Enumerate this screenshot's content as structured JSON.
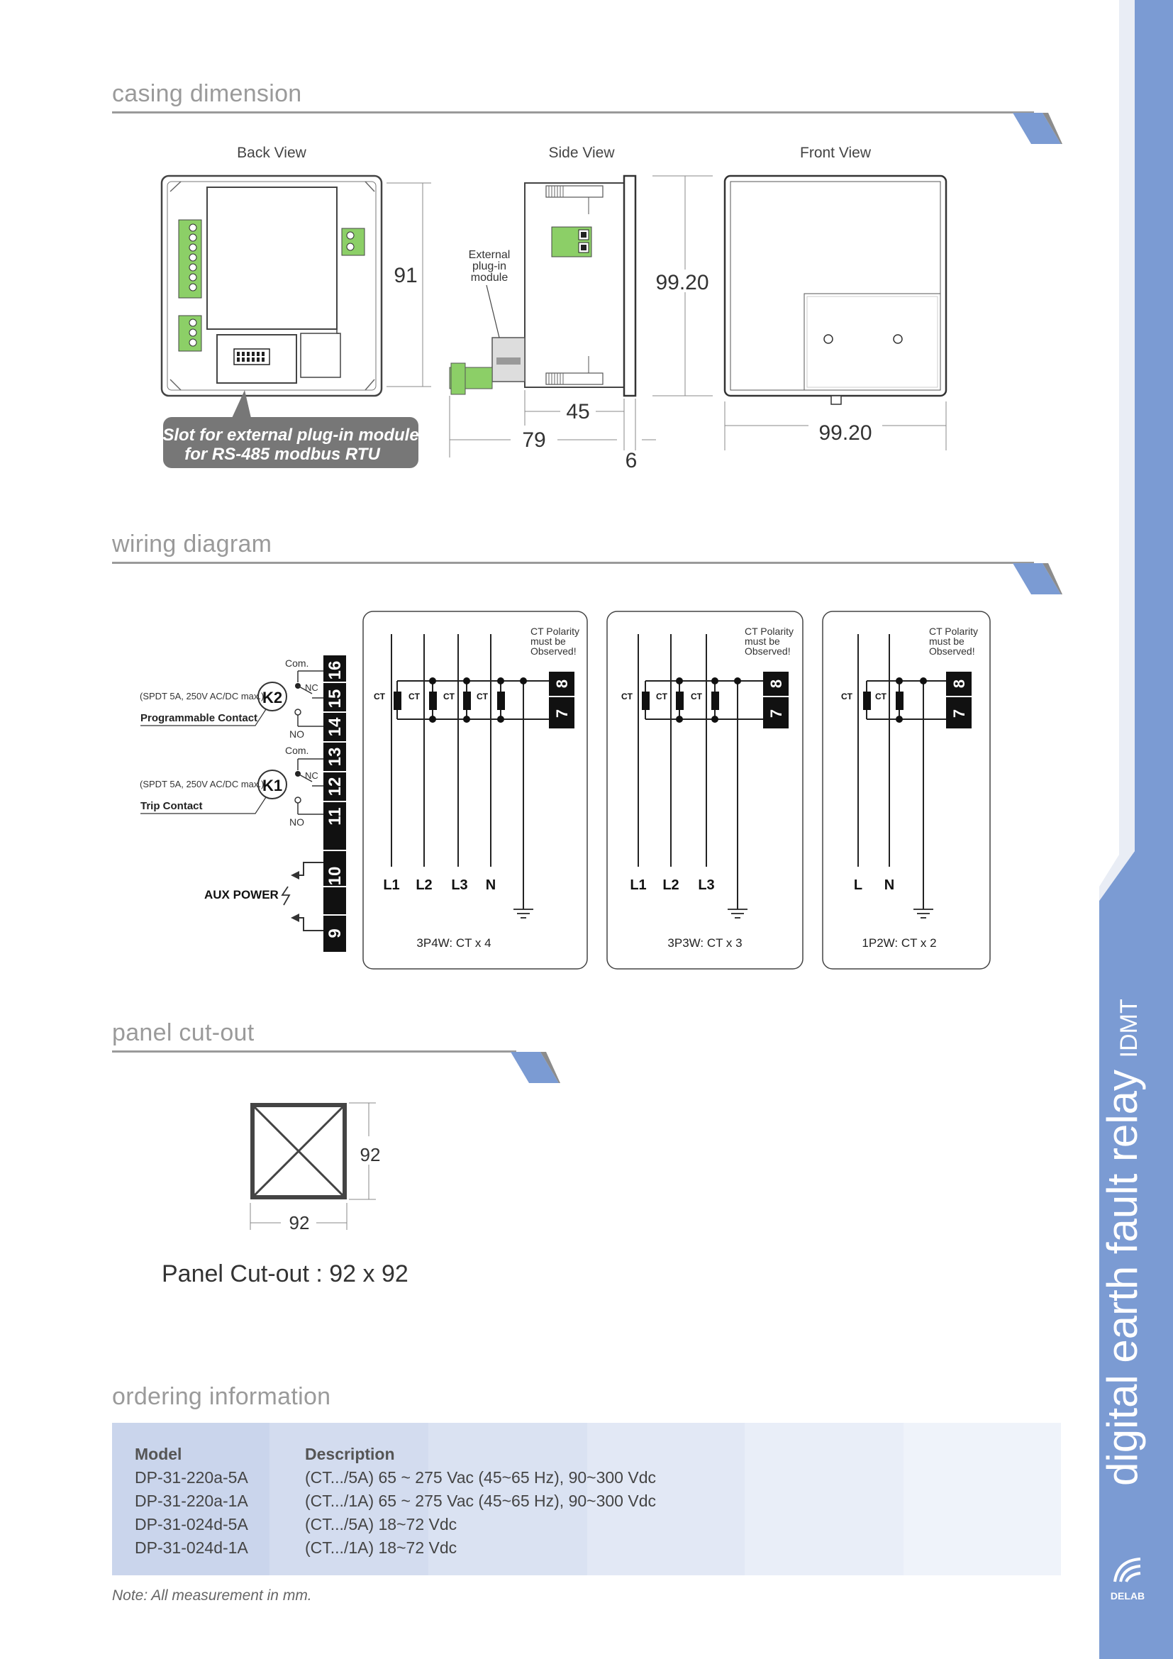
{
  "sections": {
    "casing": "casing dimension",
    "wiring": "wiring diagram",
    "cutout": "panel cut-out",
    "ordering": "ordering information"
  },
  "casing": {
    "back_view": "Back View",
    "side_view": "Side View",
    "front_view": "Front View",
    "dim_91": "91",
    "dim_99_v": "99.20",
    "dim_99_h": "99.20",
    "dim_45": "45",
    "dim_79": "79",
    "dim_6": "6",
    "ext_module_1": "External",
    "ext_module_2": "plug-in",
    "ext_module_3": "module",
    "slot_line1": "Slot for external plug-in module",
    "slot_line2": "for RS-485 modbus RTU"
  },
  "wiring": {
    "com": "Com.",
    "nc": "NC",
    "no": "NO",
    "k2": "K2",
    "k1": "K1",
    "spdt": "(SPDT 5A, 250V AC/DC max.)",
    "programmable": "Programmable Contact",
    "trip": "Trip Contact",
    "aux_power": "AUX POWER",
    "terminals": [
      "16",
      "15",
      "14",
      "13",
      "12",
      "11",
      "10",
      "9"
    ],
    "ct": "CT",
    "polarity_1": "CT Polarity",
    "polarity_2": "must be",
    "polarity_3": "Observed!",
    "t8": "8",
    "t7": "7",
    "box1": {
      "caption": "3P4W: CT x 4",
      "lines": [
        "L1",
        "L2",
        "L3",
        "N"
      ]
    },
    "box2": {
      "caption": "3P3W: CT x 3",
      "lines": [
        "L1",
        "L2",
        "L3"
      ]
    },
    "box3": {
      "caption": "1P2W: CT x 2",
      "lines": [
        "L",
        "N"
      ]
    }
  },
  "cutout": {
    "dim_v": "92",
    "dim_h": "92",
    "caption": "Panel Cut-out : 92 x 92"
  },
  "ordering": {
    "model_header": "Model",
    "desc_header": "Description",
    "rows": [
      {
        "model": "DP-31-220a-5A",
        "desc": "(CT.../5A) 65 ~ 275 Vac (45~65 Hz), 90~300 Vdc"
      },
      {
        "model": "DP-31-220a-1A",
        "desc": "(CT.../1A) 65 ~ 275 Vac (45~65 Hz), 90~300 Vdc"
      },
      {
        "model": "DP-31-024d-5A",
        "desc": "(CT.../5A) 18~72 Vdc"
      },
      {
        "model": "DP-31-024d-1A",
        "desc": "(CT.../1A) 18~72 Vdc"
      }
    ]
  },
  "note": "Note: All measurement in mm.",
  "side_title": "digital earth fault relay",
  "side_subtitle": "IDMT",
  "brand": "DELAB",
  "colors": {
    "band": "#7b9bd3",
    "accent": "#7b9bd3",
    "gray": "#9a9a9a"
  }
}
